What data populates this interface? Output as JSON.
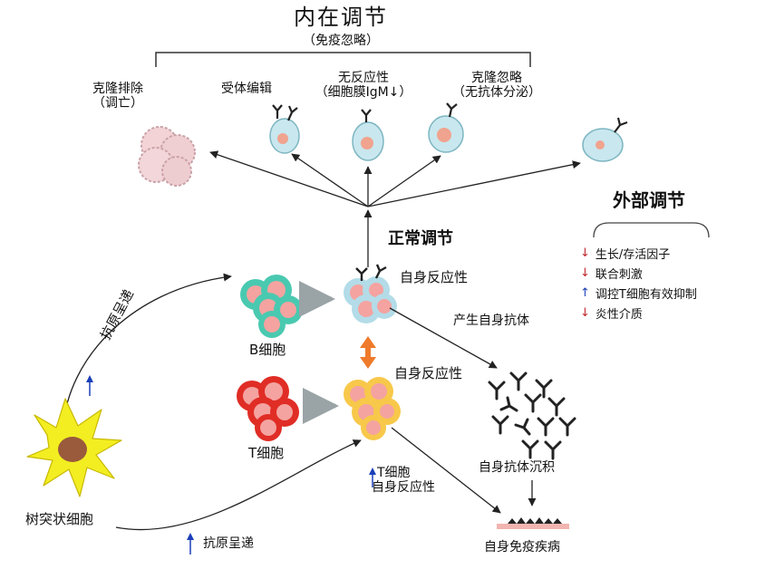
{
  "intrinsic": {
    "title": "内在调节",
    "subtitle": "（免疫忽略）",
    "outcomes": [
      {
        "line1": "克隆排除",
        "line2": "（调亡）"
      },
      {
        "line1": "受体编辑",
        "line2": ""
      },
      {
        "line1": "无反应性",
        "line2": "（细胞膜IgM↓）"
      },
      {
        "line1": "克隆忽略",
        "line2": "（无抗体分泌）"
      }
    ]
  },
  "normal_regulation": "正常调节",
  "extrinsic": {
    "title": "外部调节",
    "items": [
      {
        "arrow": "down",
        "label": "生长/存活因子"
      },
      {
        "arrow": "down",
        "label": "联合刺激"
      },
      {
        "arrow": "up",
        "label": "调控T细胞有效抑制"
      },
      {
        "arrow": "down",
        "label": "炎性介质"
      }
    ]
  },
  "cells": {
    "b_cell": "B细胞",
    "t_cell": "T细胞",
    "dendritic": "树突状细胞",
    "b_autoreactive": "自身反应性",
    "t_autoreactive": "自身反应性"
  },
  "paths": {
    "antigen_presentation_upper": "抗原呈递",
    "antigen_presentation_lower": "抗原呈递",
    "produce_autoantibody": "产生自身抗体",
    "autoantibody_deposit": "自身抗体沉积",
    "t_cell_line1": "T细胞",
    "t_cell_line2": "自身反应性",
    "autoimmune_disease": "自身免疫疾病"
  },
  "colors": {
    "b_cell_outer": "#49c9b0",
    "b_cell_inner": "#f4a3a0",
    "t_cell_outer": "#e02d25",
    "t_cell_inner": "#f4a3a0",
    "autoreactive_b_outer": "#b3dce8",
    "autoreactive_t_outer": "#f7c84a",
    "dendritic": "#f2ee22",
    "nucleus": "#e89088",
    "arrow_up": "#1a3fb8",
    "arrow_down": "#c0282d",
    "double_arrow": "#ef7a2a"
  }
}
